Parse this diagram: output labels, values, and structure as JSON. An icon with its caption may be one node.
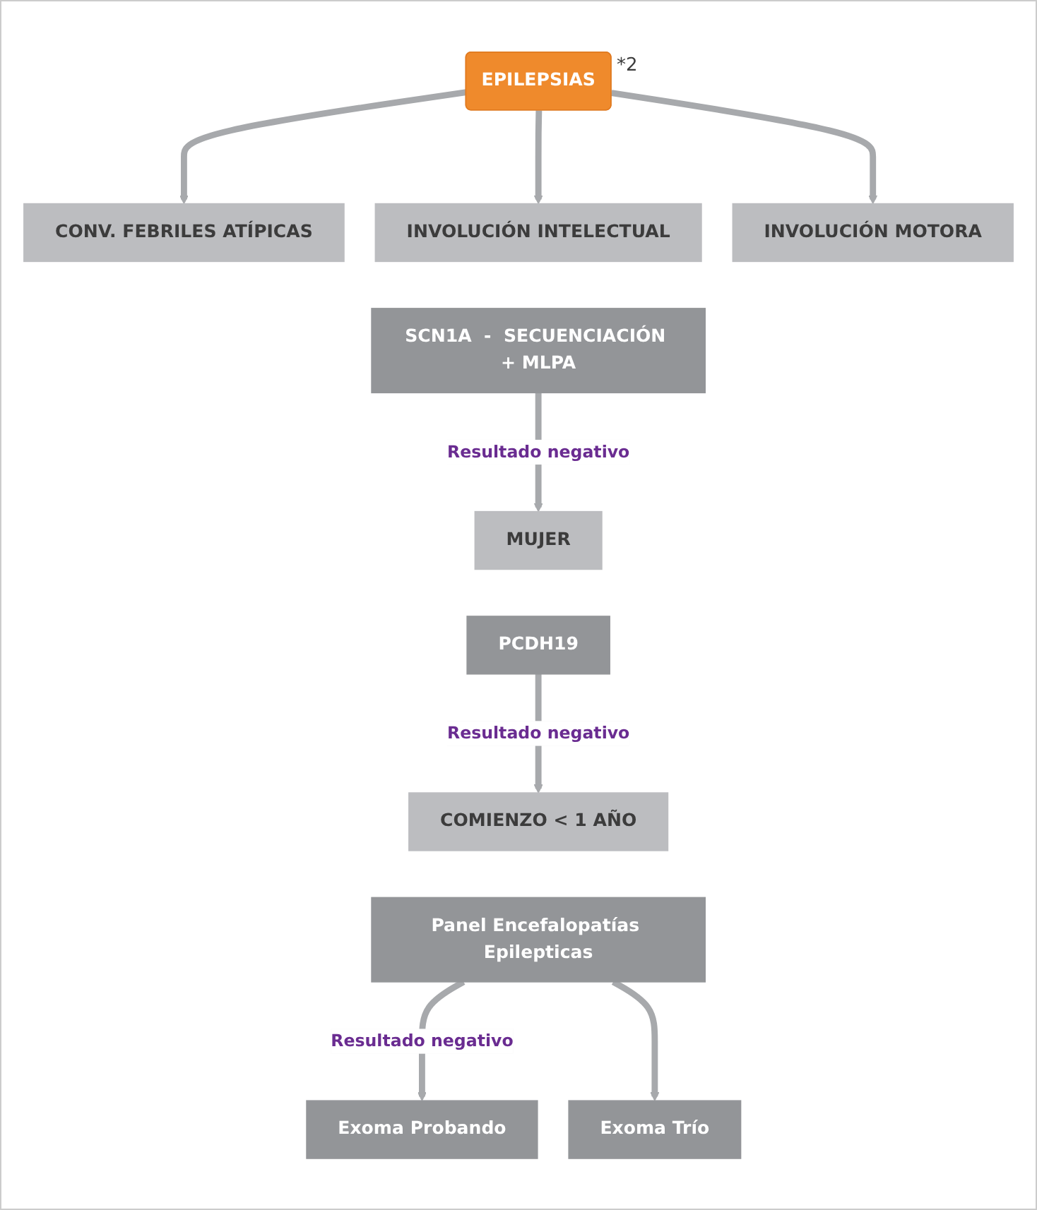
{
  "diagram": {
    "nodes": [
      {
        "text": [
          "EPILEPSIAS"
        ],
        "beside": [
          "*2"
        ]
      },
      {
        "text": [
          "CONV. FEBRILES ATÍPICAS"
        ]
      },
      {
        "text": [
          "INVOLUCIÓN INTELECTUAL"
        ]
      },
      {
        "text": [
          "INVOLUCIÓN MOTORA"
        ]
      },
      {
        "text": [
          "SCN1A  -  SECUENCIACIÓN + MLPA"
        ]
      },
      {
        "text": [
          "MUJER"
        ]
      },
      {
        "text": [
          "PCDH19"
        ]
      },
      {
        "text": [
          "COMIENZO < 1 AÑO"
        ]
      },
      {
        "text": [
          "Panel Encefalopatías Epilepticas"
        ]
      },
      {
        "text": [
          "Exoma Probando"
        ]
      },
      {
        "text": [
          "Exoma Trío"
        ]
      }
    ],
    "edges": [
      {
        "from": 0,
        "to": 1,
        "arrow": "to"
      },
      {
        "from": 0,
        "to": 2,
        "arrow": "to"
      },
      {
        "from": 0,
        "to": 3,
        "arrow": "to"
      },
      {
        "from": 4,
        "to": 5,
        "arrow": "to",
        "label": "Resultado negativo"
      },
      {
        "from": 6,
        "to": 7,
        "arrow": "to",
        "label": "Resultado negativo"
      },
      {
        "from": 8,
        "to": 9,
        "arrow": "to",
        "label": "Resultado negativo"
      },
      {
        "from": 8,
        "to": 10,
        "arrow": "to"
      }
    ]
  }
}
